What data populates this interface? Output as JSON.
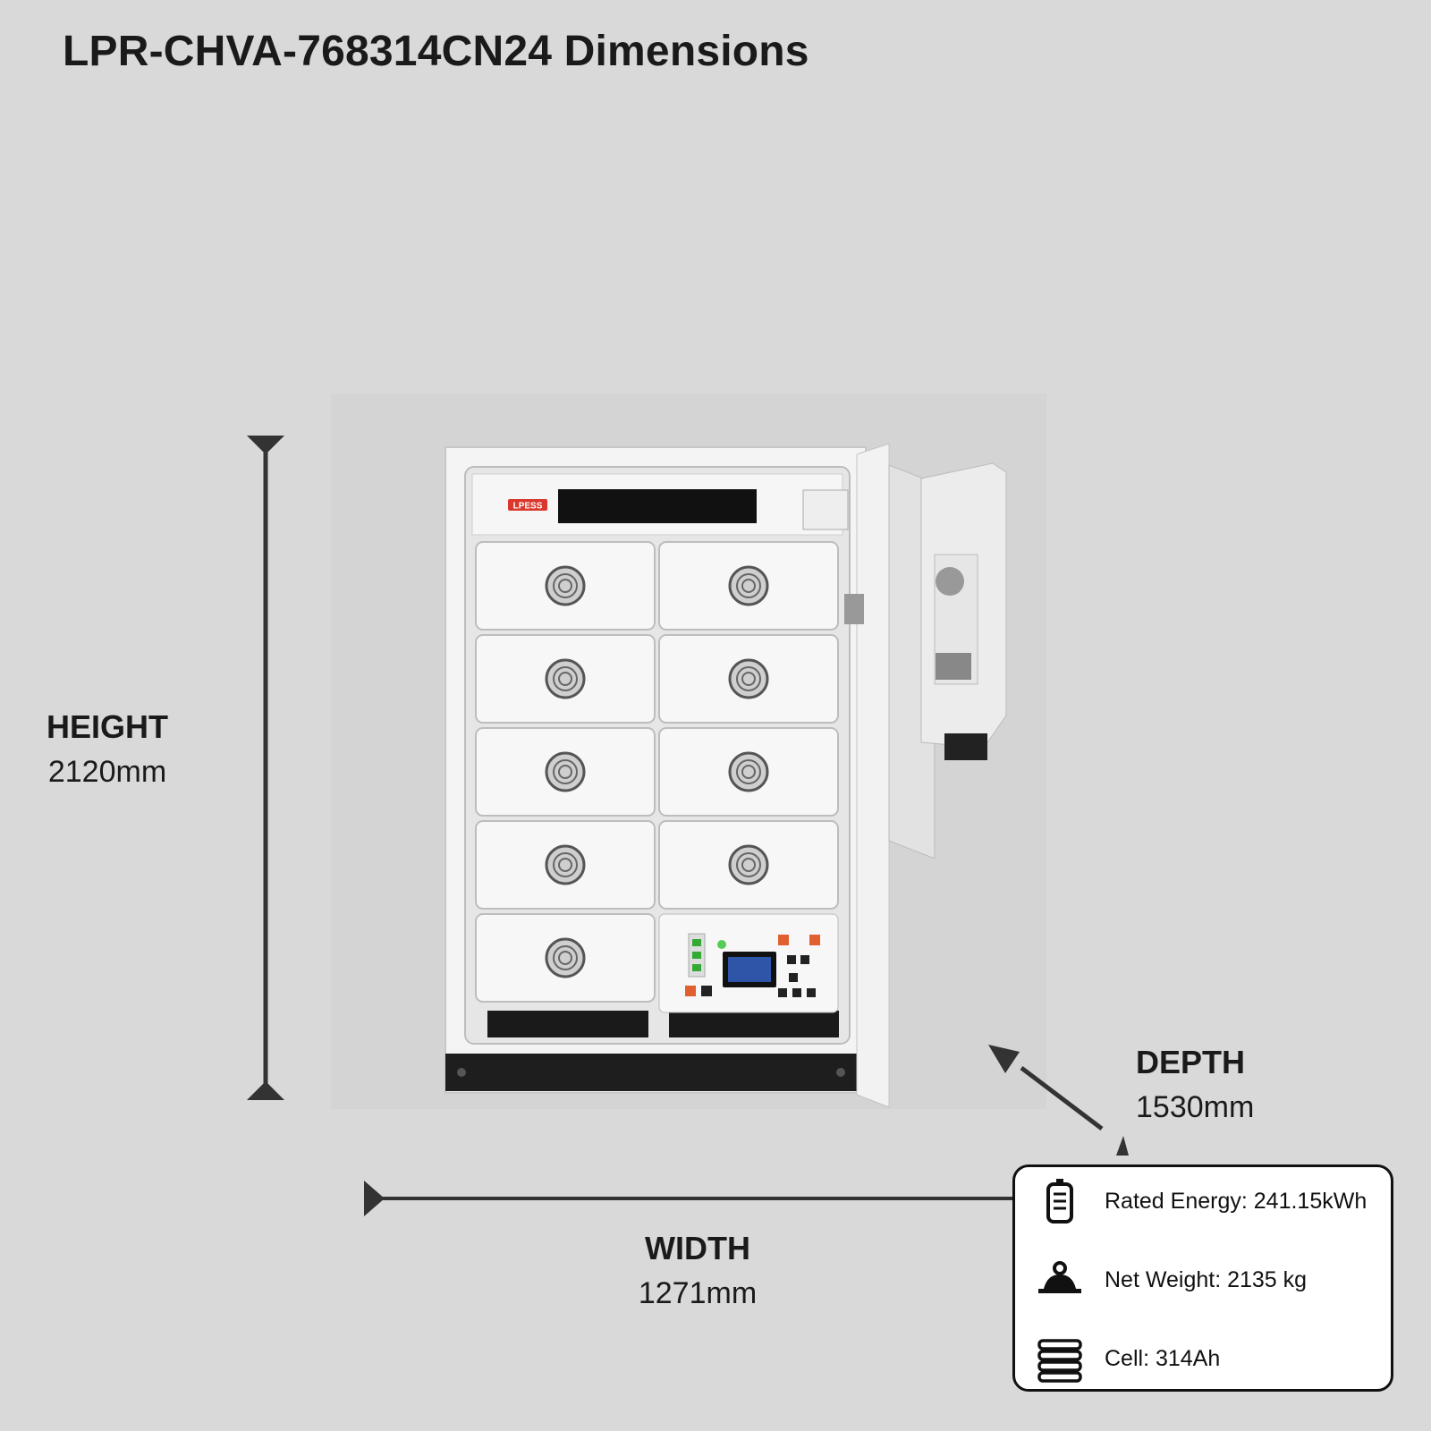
{
  "title": "LPR-CHVA-768314CN24 Dimensions",
  "dimensions": {
    "height": {
      "label": "HEIGHT",
      "value": "2120mm"
    },
    "width": {
      "label": "WIDTH",
      "value": "1271mm"
    },
    "depth": {
      "label": "DEPTH",
      "value": "1530mm"
    }
  },
  "cabinet": {
    "brand": "LPESS"
  },
  "specs": [
    {
      "icon": "battery-icon",
      "text": "Rated Energy: 241.15kWh"
    },
    {
      "icon": "weight-icon",
      "text": "Net Weight: 2135 kg"
    },
    {
      "icon": "cell-stack-icon",
      "text": "Cell: 314Ah"
    }
  ],
  "colors": {
    "background": "#d9d9d9",
    "arrow": "#333333",
    "brand": "#d9382c",
    "screen": "#2f55a8"
  }
}
